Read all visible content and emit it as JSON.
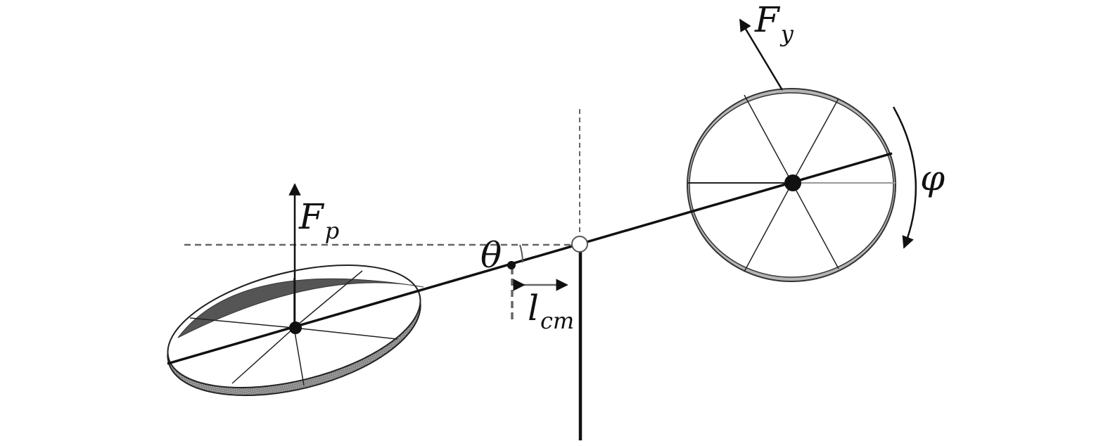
{
  "labels": {
    "force_prop": {
      "main": "F",
      "sub": "p"
    },
    "force_yaw": {
      "main": "F",
      "sub": "y"
    },
    "pitch_angle": "θ",
    "yaw_angle": "φ",
    "cm_distance": {
      "main": "l",
      "sub": "cm"
    }
  },
  "colors": {
    "ink": "#111111",
    "guide": "#666666",
    "rim_fill": "#6a6a6a",
    "rim_light": "#b5b5b5"
  }
}
